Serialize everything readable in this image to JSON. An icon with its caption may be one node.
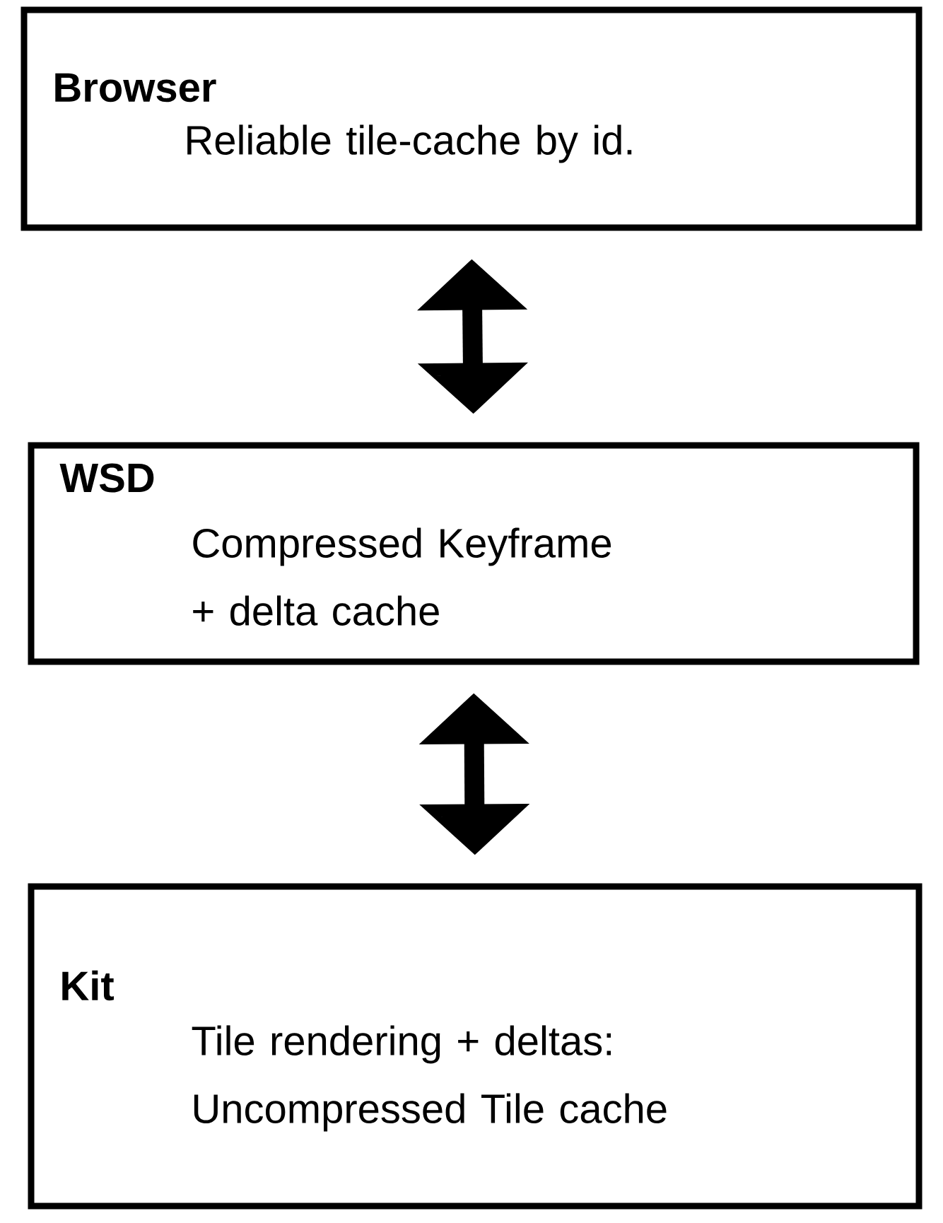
{
  "diagram": {
    "nodes": [
      {
        "text": [
          "Browser",
          "Reliable tile-cache by id."
        ]
      },
      {
        "text": [
          "WSD",
          "Compressed Keyframe + delta cache"
        ]
      },
      {
        "text": [
          "Kit",
          "Tile rendering + deltas: Uncompressed Tile cache"
        ]
      }
    ],
    "edges": [
      {
        "from": 0,
        "to": 1,
        "arrow": "both"
      },
      {
        "from": 1,
        "to": 2,
        "arrow": "both"
      }
    ]
  }
}
